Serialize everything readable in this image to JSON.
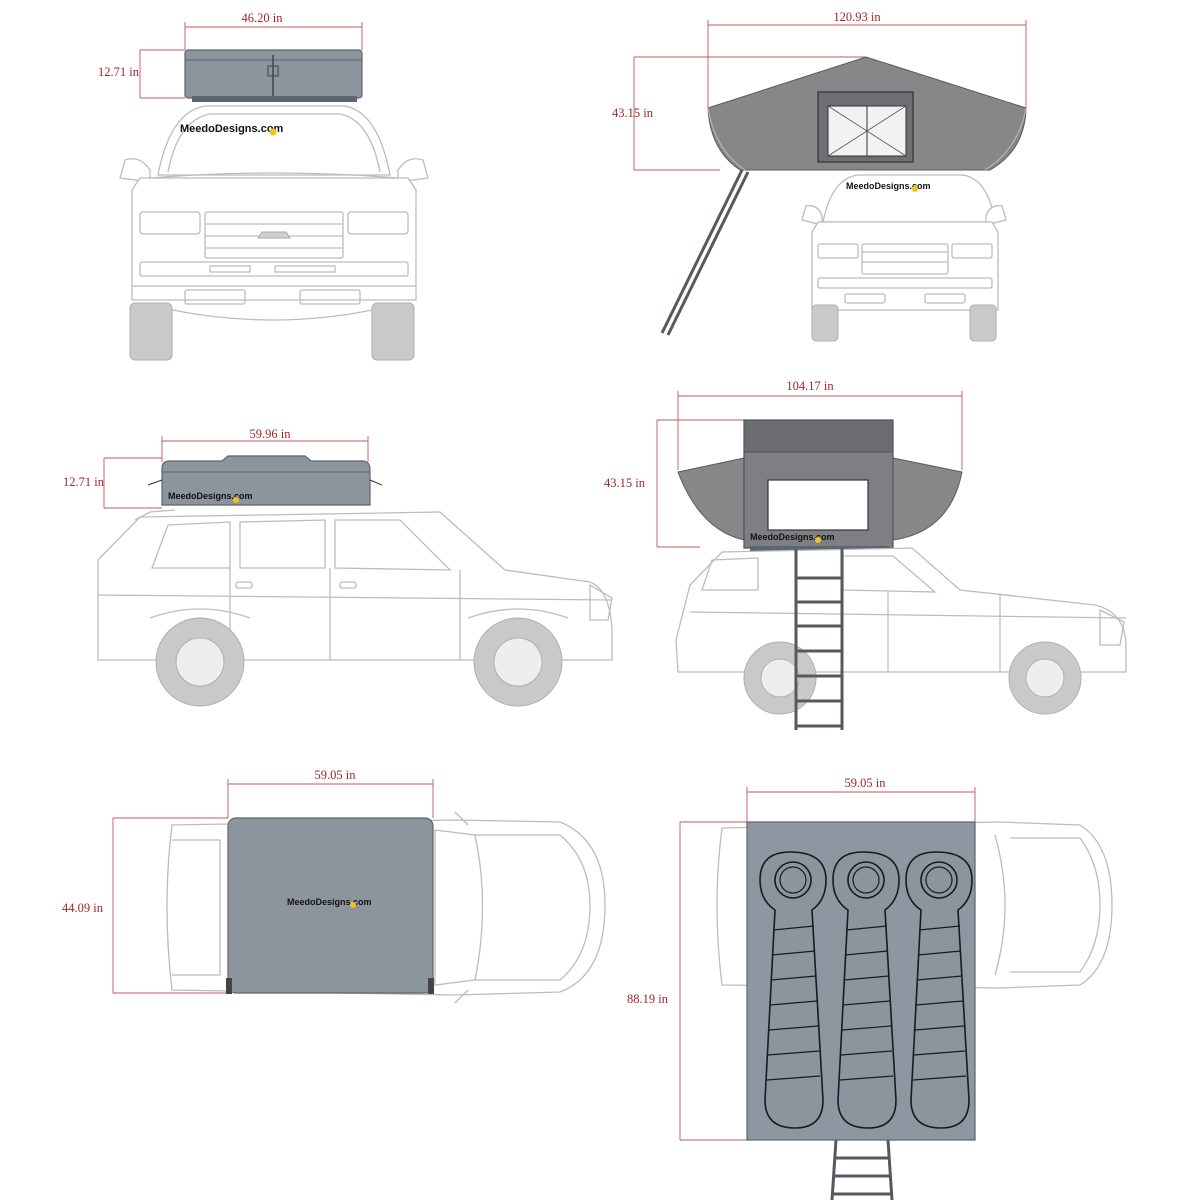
{
  "brand": {
    "name": "MeedoDesigns",
    "suffix": ".com",
    "dot_color": "#f3c21a"
  },
  "colors": {
    "dimension": "#a1262c",
    "tent_shell": "#8c959e",
    "rainfly": "#858789",
    "vehicle_outline": "#bcbcbc"
  },
  "views": {
    "front_closed": {
      "width": "46.20 in",
      "height": "12.71 in"
    },
    "front_open": {
      "width": "120.93 in",
      "height": "43.15 in"
    },
    "side_closed": {
      "width": "59.96 in",
      "height": "12.71 in"
    },
    "side_open": {
      "width": "104.17 in",
      "height": "43.15 in"
    },
    "top_closed": {
      "width": "59.05 in",
      "length": "44.09 in"
    },
    "top_open": {
      "width": "59.05 in",
      "length": "88.19 in"
    }
  },
  "icons": {
    "ladder": "ladder-icon",
    "sleeping_bag": "sleeping-bag-icon",
    "vehicle": "suv-outline-icon"
  }
}
